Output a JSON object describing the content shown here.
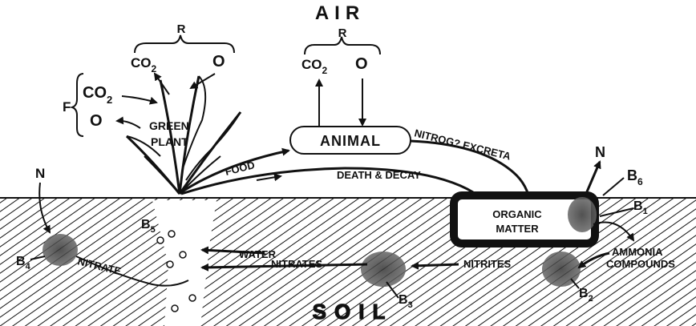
{
  "title": "AIR",
  "soil_label": "SOIL",
  "respiration_plant": {
    "brace": "R",
    "co2": "CO",
    "co2_sub": "2",
    "o": "O"
  },
  "respiration_animal": {
    "brace": "R",
    "co2": "CO",
    "co2_sub": "2",
    "o": "O"
  },
  "photosynthesis": {
    "brace": "F",
    "co2": "CO",
    "co2_sub": "2",
    "o": "O"
  },
  "green_plant": {
    "line1": "GREEN",
    "line2": "PLANT"
  },
  "animal": "ANIMAL",
  "food": "FOOD",
  "death_decay": "DEATH & DECAY",
  "excreta": "NITROG? EXCRETA",
  "organic_matter": {
    "line1": "ORGANIC",
    "line2": "MATTER"
  },
  "nitrogen_left": "N",
  "nitrogen_right": "N",
  "water": "WATER",
  "nitrates": "NITRATES",
  "nitrates_curve": "NITRATE",
  "nitrites": "NITRITES",
  "ammonia": {
    "line1": "AMMONIA",
    "line2": "COMPOUNDS"
  },
  "bacteria": [
    {
      "label": "B",
      "sub": "4"
    },
    {
      "label": "B",
      "sub": "5"
    },
    {
      "label": "B",
      "sub": "3"
    },
    {
      "label": "B",
      "sub": "2"
    },
    {
      "label": "B",
      "sub": "1"
    },
    {
      "label": "B",
      "sub": "6"
    }
  ]
}
